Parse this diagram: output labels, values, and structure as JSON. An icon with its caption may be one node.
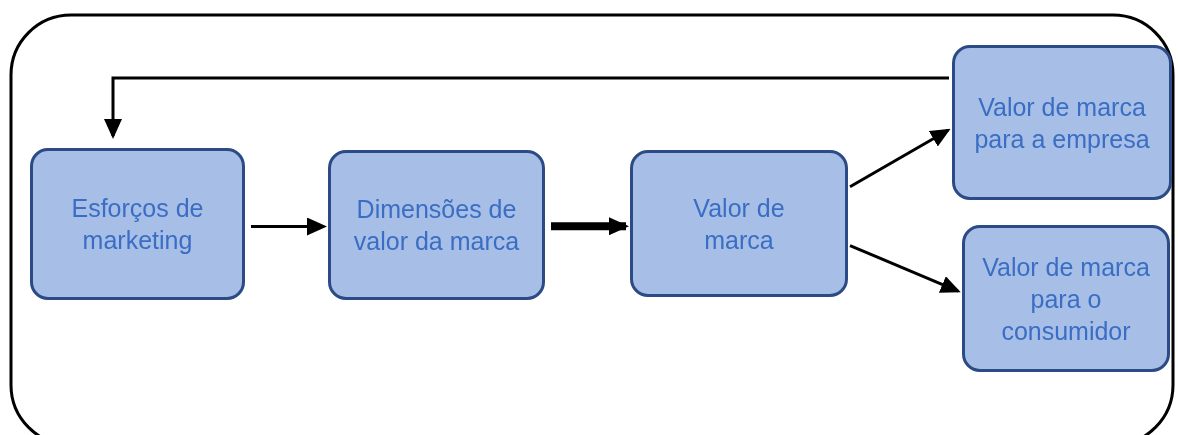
{
  "diagram": {
    "nodes": [
      {
        "text": [
          "Esforços de marketing"
        ]
      },
      {
        "text": [
          "Dimensões de valor da marca"
        ]
      },
      {
        "text": [
          "Valor de marca"
        ]
      },
      {
        "text": [
          "Valor de marca para a empresa"
        ]
      },
      {
        "text": [
          "Valor de marca para o consumidor"
        ]
      }
    ],
    "edges": [
      {
        "from": 0,
        "to": 1,
        "arrow": "to"
      },
      {
        "from": 1,
        "to": 2,
        "arrow": "to",
        "style": "thick"
      },
      {
        "from": 2,
        "to": 3,
        "arrow": "to"
      },
      {
        "from": 2,
        "to": 4,
        "arrow": "to"
      },
      {
        "from": 3,
        "to": 0,
        "arrow": "to"
      }
    ]
  }
}
